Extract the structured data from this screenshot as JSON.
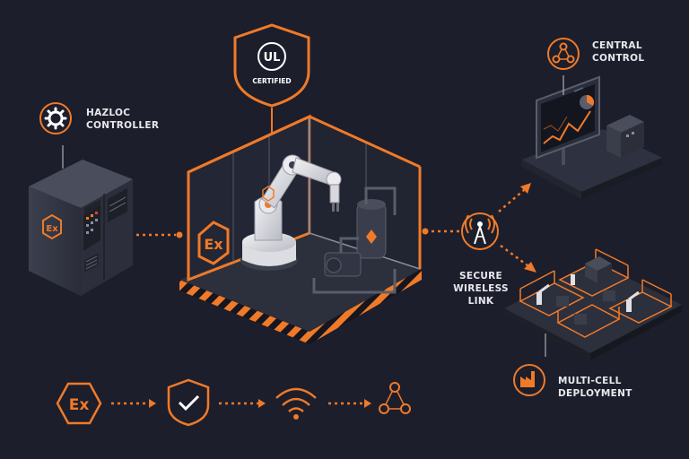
{
  "colors": {
    "accent": "#f07a28",
    "background": "#1c1e2c",
    "panel": "#3a3e4c",
    "text": "#e8e8ec"
  },
  "badge": {
    "line1": "UL",
    "line2": "CERTIFIED"
  },
  "nodes": {
    "hazloc_controller": "HAZLOC\nCONTROLLER",
    "central_control": "CENTRAL\nCONTROL",
    "secure_wireless_link": "SECURE WIRELESS\nLINK",
    "multi_cell_deployment": "MULTI-CELL\nDEPLOYMENT"
  },
  "ex_mark": "Ex",
  "bottom_flow": {
    "steps": [
      "ex-mark-icon",
      "shield-check-icon",
      "wifi-icon",
      "network-icon"
    ]
  }
}
